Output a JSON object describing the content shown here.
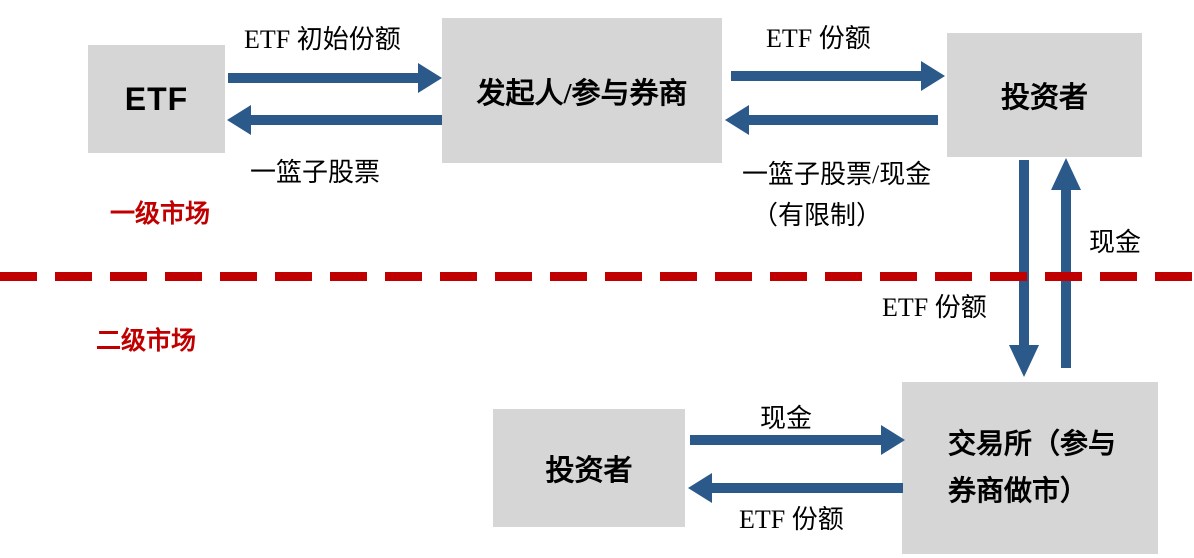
{
  "colors": {
    "box_fill": "#d6d6d6",
    "arrow": "#2a598a",
    "divider_red": "#c00000",
    "market_label_red": "#c00000",
    "text": "#000000"
  },
  "markets": {
    "primary_label": "一级市场",
    "secondary_label": "二级市场"
  },
  "nodes": {
    "etf": {
      "label": "ETF"
    },
    "sponsor": {
      "label": "发起人/参与券商"
    },
    "investor_primary": {
      "label": "投资者"
    },
    "investor_secondary": {
      "label": "投资者"
    },
    "exchange": {
      "lines": [
        "交易所（参与",
        "券商做市）"
      ]
    }
  },
  "edges": {
    "etf_to_sponsor": {
      "from": "ETF",
      "to": "发起人/参与券商",
      "direction": "right",
      "label": "ETF 初始份额"
    },
    "sponsor_to_etf": {
      "from": "发起人/参与券商",
      "to": "ETF",
      "direction": "left",
      "label": "一篮子股票"
    },
    "sponsor_to_investor": {
      "from": "发起人/参与券商",
      "to": "投资者",
      "direction": "right",
      "label": "ETF 份额"
    },
    "investor_to_sponsor": {
      "from": "投资者",
      "to": "发起人/参与券商",
      "direction": "left",
      "label": "一篮子股票/现金",
      "label2": "（有限制）"
    },
    "investor_to_exchange": {
      "from": "投资者",
      "to": "交易所（参与券商做市）",
      "direction": "down",
      "label": "ETF 份额"
    },
    "exchange_to_investor": {
      "from": "交易所（参与券商做市）",
      "to": "投资者",
      "direction": "up",
      "label": "现金"
    },
    "investor2_to_exchange": {
      "from": "投资者",
      "to": "交易所（参与券商做市）",
      "direction": "right",
      "label": "现金"
    },
    "exchange_to_investor2": {
      "from": "交易所（参与券商做市）",
      "to": "投资者",
      "direction": "left",
      "label": "ETF 份额"
    }
  }
}
